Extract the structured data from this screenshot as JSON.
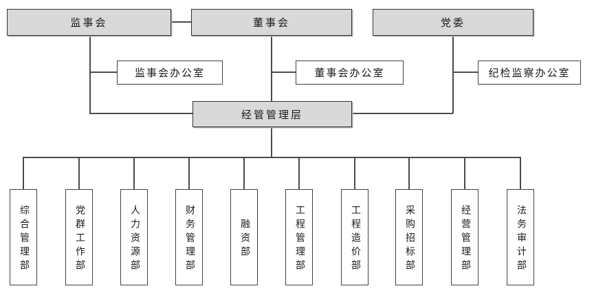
{
  "diagram": {
    "type": "org-chart",
    "colors": {
      "top_node_fill": "#d9d9d9",
      "office_node_fill": "#ffffff",
      "department_node_fill": "#ffffff",
      "border": "#404040",
      "connector_line": "#4a4a4a",
      "text": "#1a1a1a"
    },
    "top_level": [
      {
        "label": "监事会"
      },
      {
        "label": "董事会"
      },
      {
        "label": "党委"
      }
    ],
    "offices": [
      {
        "label": "监事会办公室"
      },
      {
        "label": "董事会办公室"
      },
      {
        "label": "纪检监察办公室"
      }
    ],
    "management": {
      "label": "经管管理层"
    },
    "departments": [
      {
        "label": "综合管理部"
      },
      {
        "label": "党群工作部"
      },
      {
        "label": "人力资源部"
      },
      {
        "label": "财务管理部"
      },
      {
        "label": "融资部"
      },
      {
        "label": "工程管理部"
      },
      {
        "label": "工程造价部"
      },
      {
        "label": "采购招标部"
      },
      {
        "label": "经营管理部"
      },
      {
        "label": "法务审计部"
      }
    ]
  }
}
